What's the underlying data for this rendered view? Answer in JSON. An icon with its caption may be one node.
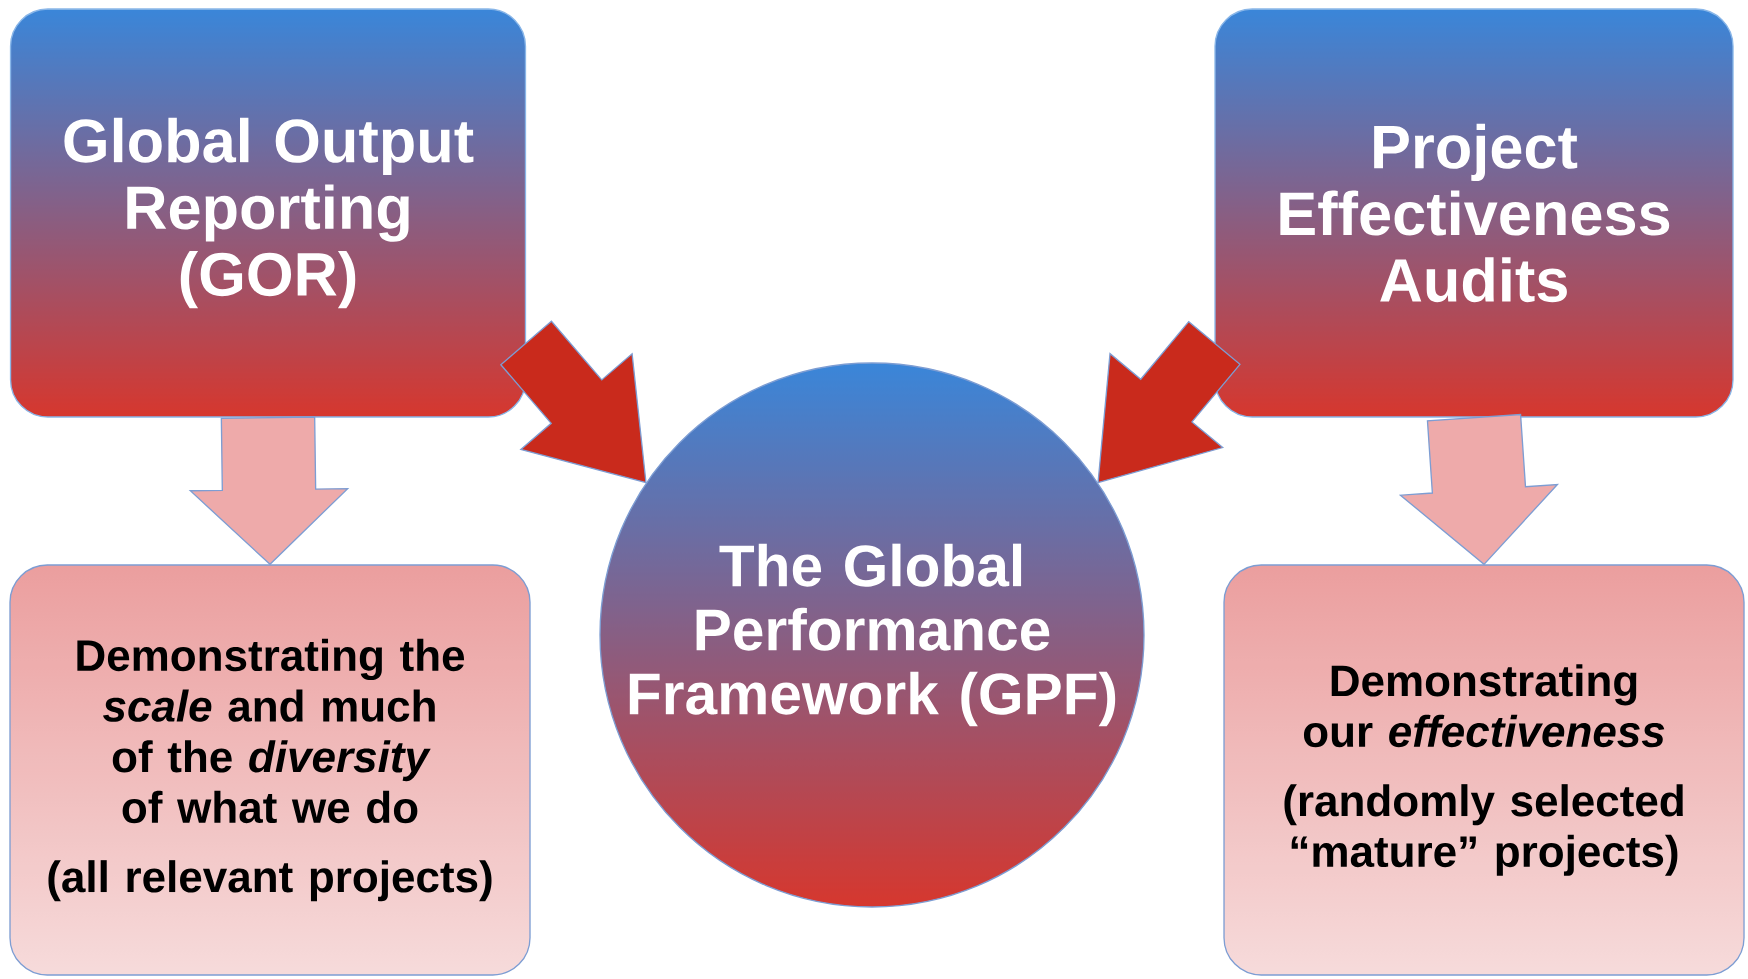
{
  "diagram": {
    "nodes": [
      {
        "text": [
          "Global Output Reporting (GOR)"
        ]
      },
      {
        "text": [
          "Project Effectiveness Audits"
        ]
      },
      {
        "text": [
          "The Global Performance Framework (GPF)"
        ]
      },
      {
        "text": [
          "Demonstrating the *scale* and much of the *diversity* of what we do",
          "(all relevant projects)"
        ]
      },
      {
        "text": [
          "Demonstrating our *effectiveness*",
          "(randomly selected “mature” projects)"
        ]
      }
    ],
    "edges": [
      {
        "from": 0,
        "to": 2,
        "arrow": "to",
        "color": "#c92a1c"
      },
      {
        "from": 1,
        "to": 2,
        "arrow": "to",
        "color": "#c92a1c"
      },
      {
        "from": 0,
        "to": 3,
        "arrow": "to",
        "color": "#eeaaaa"
      },
      {
        "from": 1,
        "to": 4,
        "arrow": "to",
        "color": "#eeaaaa"
      }
    ]
  }
}
